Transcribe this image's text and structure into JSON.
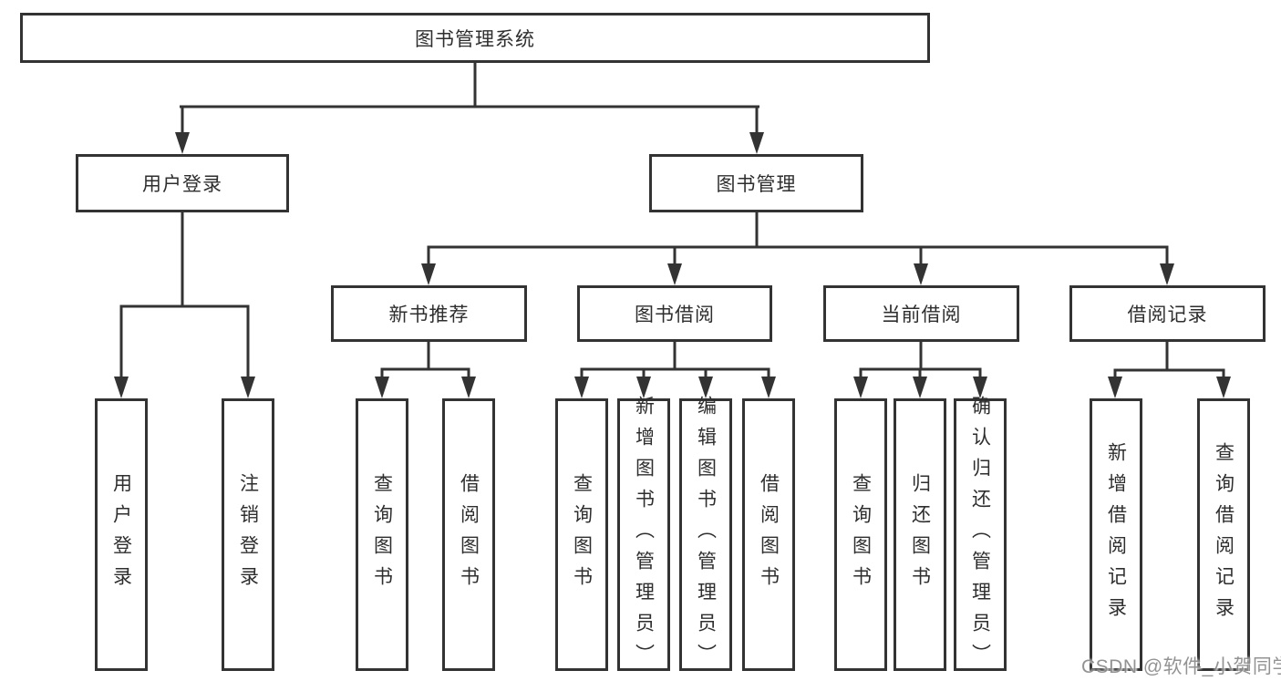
{
  "diagram": {
    "root": {
      "label": "图书管理系统"
    },
    "level2": [
      {
        "id": "user-login",
        "label": "用户登录"
      },
      {
        "id": "book-management",
        "label": "图书管理"
      }
    ],
    "level3": [
      {
        "id": "new-book-recommend",
        "label": "新书推荐",
        "parent": "book-management"
      },
      {
        "id": "book-borrow",
        "label": "图书借阅",
        "parent": "book-management"
      },
      {
        "id": "current-borrow",
        "label": "当前借阅",
        "parent": "book-management"
      },
      {
        "id": "borrow-records",
        "label": "借阅记录",
        "parent": "book-management"
      }
    ],
    "leaves": [
      {
        "id": "user-login-action",
        "label": "用户登录",
        "parent": "user-login"
      },
      {
        "id": "logout-action",
        "label": "注销登录",
        "parent": "user-login"
      },
      {
        "id": "query-book-recommend",
        "label": "查询图书",
        "parent": "new-book-recommend"
      },
      {
        "id": "borrow-book-recommend",
        "label": "借阅图书",
        "parent": "new-book-recommend"
      },
      {
        "id": "query-book-borrow",
        "label": "查询图书",
        "parent": "book-borrow"
      },
      {
        "id": "add-book-admin",
        "label": "新增图书（管理员）",
        "parent": "book-borrow"
      },
      {
        "id": "edit-book-admin",
        "label": "编辑图书（管理员）",
        "parent": "book-borrow"
      },
      {
        "id": "borrow-book-borrow",
        "label": "借阅图书",
        "parent": "book-borrow"
      },
      {
        "id": "query-book-current",
        "label": "查询图书",
        "parent": "current-borrow"
      },
      {
        "id": "return-book",
        "label": "归还图书",
        "parent": "current-borrow"
      },
      {
        "id": "confirm-return-admin",
        "label": "确认归还（管理员）",
        "parent": "current-borrow"
      },
      {
        "id": "add-borrow-record",
        "label": "新增借阅记录",
        "parent": "borrow-records"
      },
      {
        "id": "query-borrow-record",
        "label": "查询借阅记录",
        "parent": "borrow-records"
      }
    ]
  },
  "colors": {
    "line": "#333333",
    "text": "#2e2e2e",
    "background": "#ffffff",
    "watermark": "#808080"
  },
  "watermark": "CSDN @软件_小贺同学"
}
